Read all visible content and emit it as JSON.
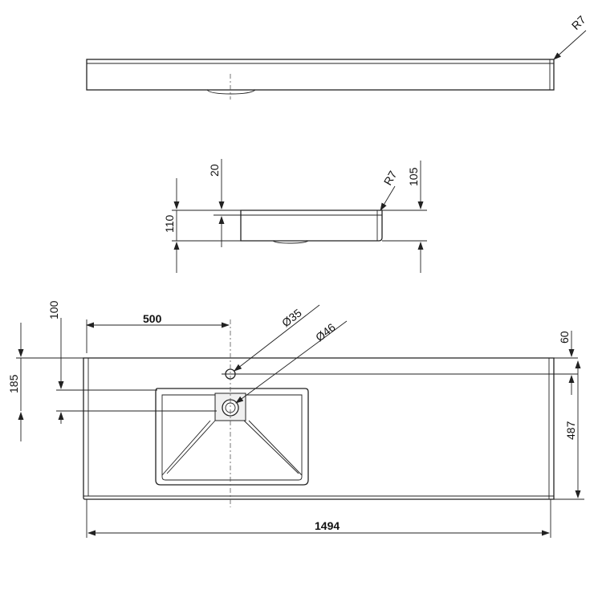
{
  "colors": {
    "line": "#222222",
    "background": "#ffffff",
    "shade": "#f0f0f0"
  },
  "dimensions": {
    "top_view_radius": "R7",
    "side_height_total": "110",
    "side_thickness": "20",
    "side_radius": "R7",
    "side_height_right": "105",
    "hole_offset_y": "100",
    "basin_depth_y": "185",
    "hole_offset_x": "500",
    "hole_diameter": "Ø35",
    "drain_diameter": "Ø46",
    "right_offset": "60",
    "total_depth": "487",
    "total_width": "1494"
  }
}
